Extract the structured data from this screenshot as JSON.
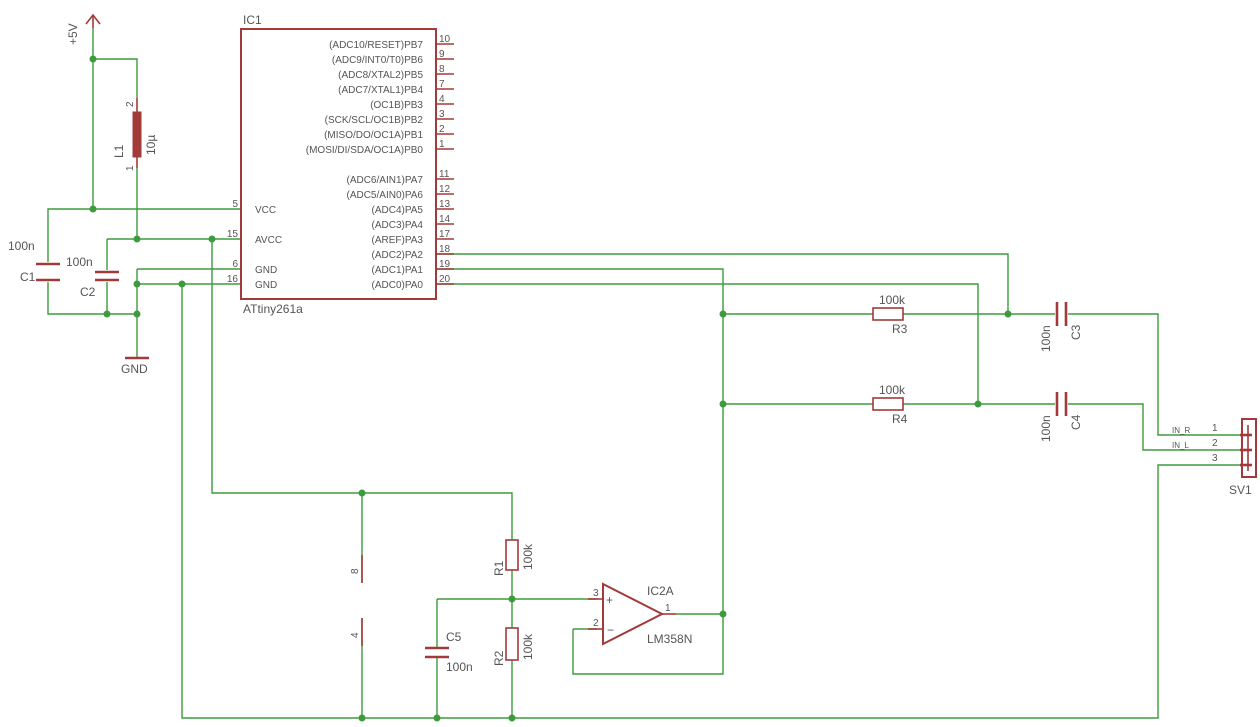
{
  "ic1": {
    "name": "IC1",
    "value": "ATtiny261a",
    "right_pins": [
      {
        "name": "(ADC10/RESET)PB7",
        "num": "10"
      },
      {
        "name": "(ADC9/INT0/T0)PB6",
        "num": "9"
      },
      {
        "name": "(ADC8/XTAL2)PB5",
        "num": "8"
      },
      {
        "name": "(ADC7/XTAL1)PB4",
        "num": "7"
      },
      {
        "name": "(OC1B)PB3",
        "num": "4"
      },
      {
        "name": "(SCK/SCL/OC1B)PB2",
        "num": "3"
      },
      {
        "name": "(MISO/DO/OC1A)PB1",
        "num": "2"
      },
      {
        "name": "(MOSI/DI/SDA/OC1A)PB0",
        "num": "1"
      },
      {
        "name": "(ADC6/AIN1)PA7",
        "num": "11"
      },
      {
        "name": "(ADC5/AIN0)PA6",
        "num": "12"
      },
      {
        "name": "(ADC4)PA5",
        "num": "13"
      },
      {
        "name": "(ADC3)PA4",
        "num": "14"
      },
      {
        "name": "(AREF)PA3",
        "num": "17"
      },
      {
        "name": "(ADC2)PA2",
        "num": "18"
      },
      {
        "name": "(ADC1)PA1",
        "num": "19"
      },
      {
        "name": "(ADC0)PA0",
        "num": "20"
      }
    ],
    "left_pins": [
      {
        "name": "VCC",
        "num": "5"
      },
      {
        "name": "AVCC",
        "num": "15"
      },
      {
        "name": "GND",
        "num": "6"
      },
      {
        "name": "GND",
        "num": "16"
      }
    ]
  },
  "supply": "+5V",
  "gnd": "GND",
  "l1": {
    "name": "L1",
    "value": "10µ",
    "pin_top": "2",
    "pin_bottom": "1"
  },
  "c1": {
    "name": "C1",
    "value": "100n"
  },
  "c2": {
    "name": "C2",
    "value": "100n"
  },
  "c3": {
    "name": "C3",
    "value": "100n"
  },
  "c4": {
    "name": "C4",
    "value": "100n"
  },
  "c5": {
    "name": "C5",
    "value": "100n"
  },
  "r1": {
    "name": "R1",
    "value": "100k"
  },
  "r2": {
    "name": "R2",
    "value": "100k"
  },
  "r3": {
    "name": "R3",
    "value": "100k"
  },
  "r4": {
    "name": "R4",
    "value": "100k"
  },
  "ic2": {
    "name": "IC2A",
    "value": "LM358N",
    "pin_plus": "3",
    "pin_minus": "2",
    "pin_out": "1",
    "pwr_top": "8",
    "pwr_bottom": "4",
    "plus_sign": "+",
    "minus_sign": "−"
  },
  "sv1": {
    "name": "SV1",
    "pins": [
      {
        "num": "1",
        "label": "IN_R"
      },
      {
        "num": "2",
        "label": "IN_L"
      },
      {
        "num": "3",
        "label": ""
      }
    ]
  }
}
